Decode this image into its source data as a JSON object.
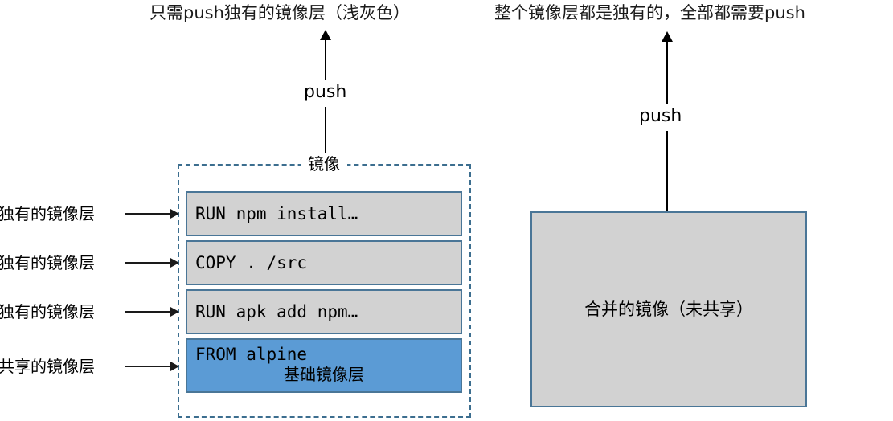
{
  "diagram": {
    "left_panel": {
      "caption": "只需push独有的镜像层（浅灰色）",
      "push_label": "push",
      "container_title": "镜像",
      "layers": [
        {
          "command": "RUN npm install…",
          "side_label": "独有的镜像层",
          "kind": "unique"
        },
        {
          "command": "COPY . /src",
          "side_label": "独有的镜像层",
          "kind": "unique"
        },
        {
          "command": "RUN apk add npm…",
          "side_label": "独有的镜像层",
          "kind": "unique"
        },
        {
          "command": "FROM alpine",
          "sub_label": "基础镜像层",
          "side_label": "共享的镜像层",
          "kind": "base"
        }
      ]
    },
    "right_panel": {
      "caption": "整个镜像层都是独有的，全部都需要push",
      "push_label": "push",
      "box_label": "合并的镜像（未共享）"
    },
    "colors": {
      "unique_layer_fill": "#d2d2d2",
      "base_layer_fill": "#5b9bd5",
      "box_border": "#4a7697",
      "dashed_border": "#3c6e8f",
      "arrow": "#000000"
    }
  }
}
